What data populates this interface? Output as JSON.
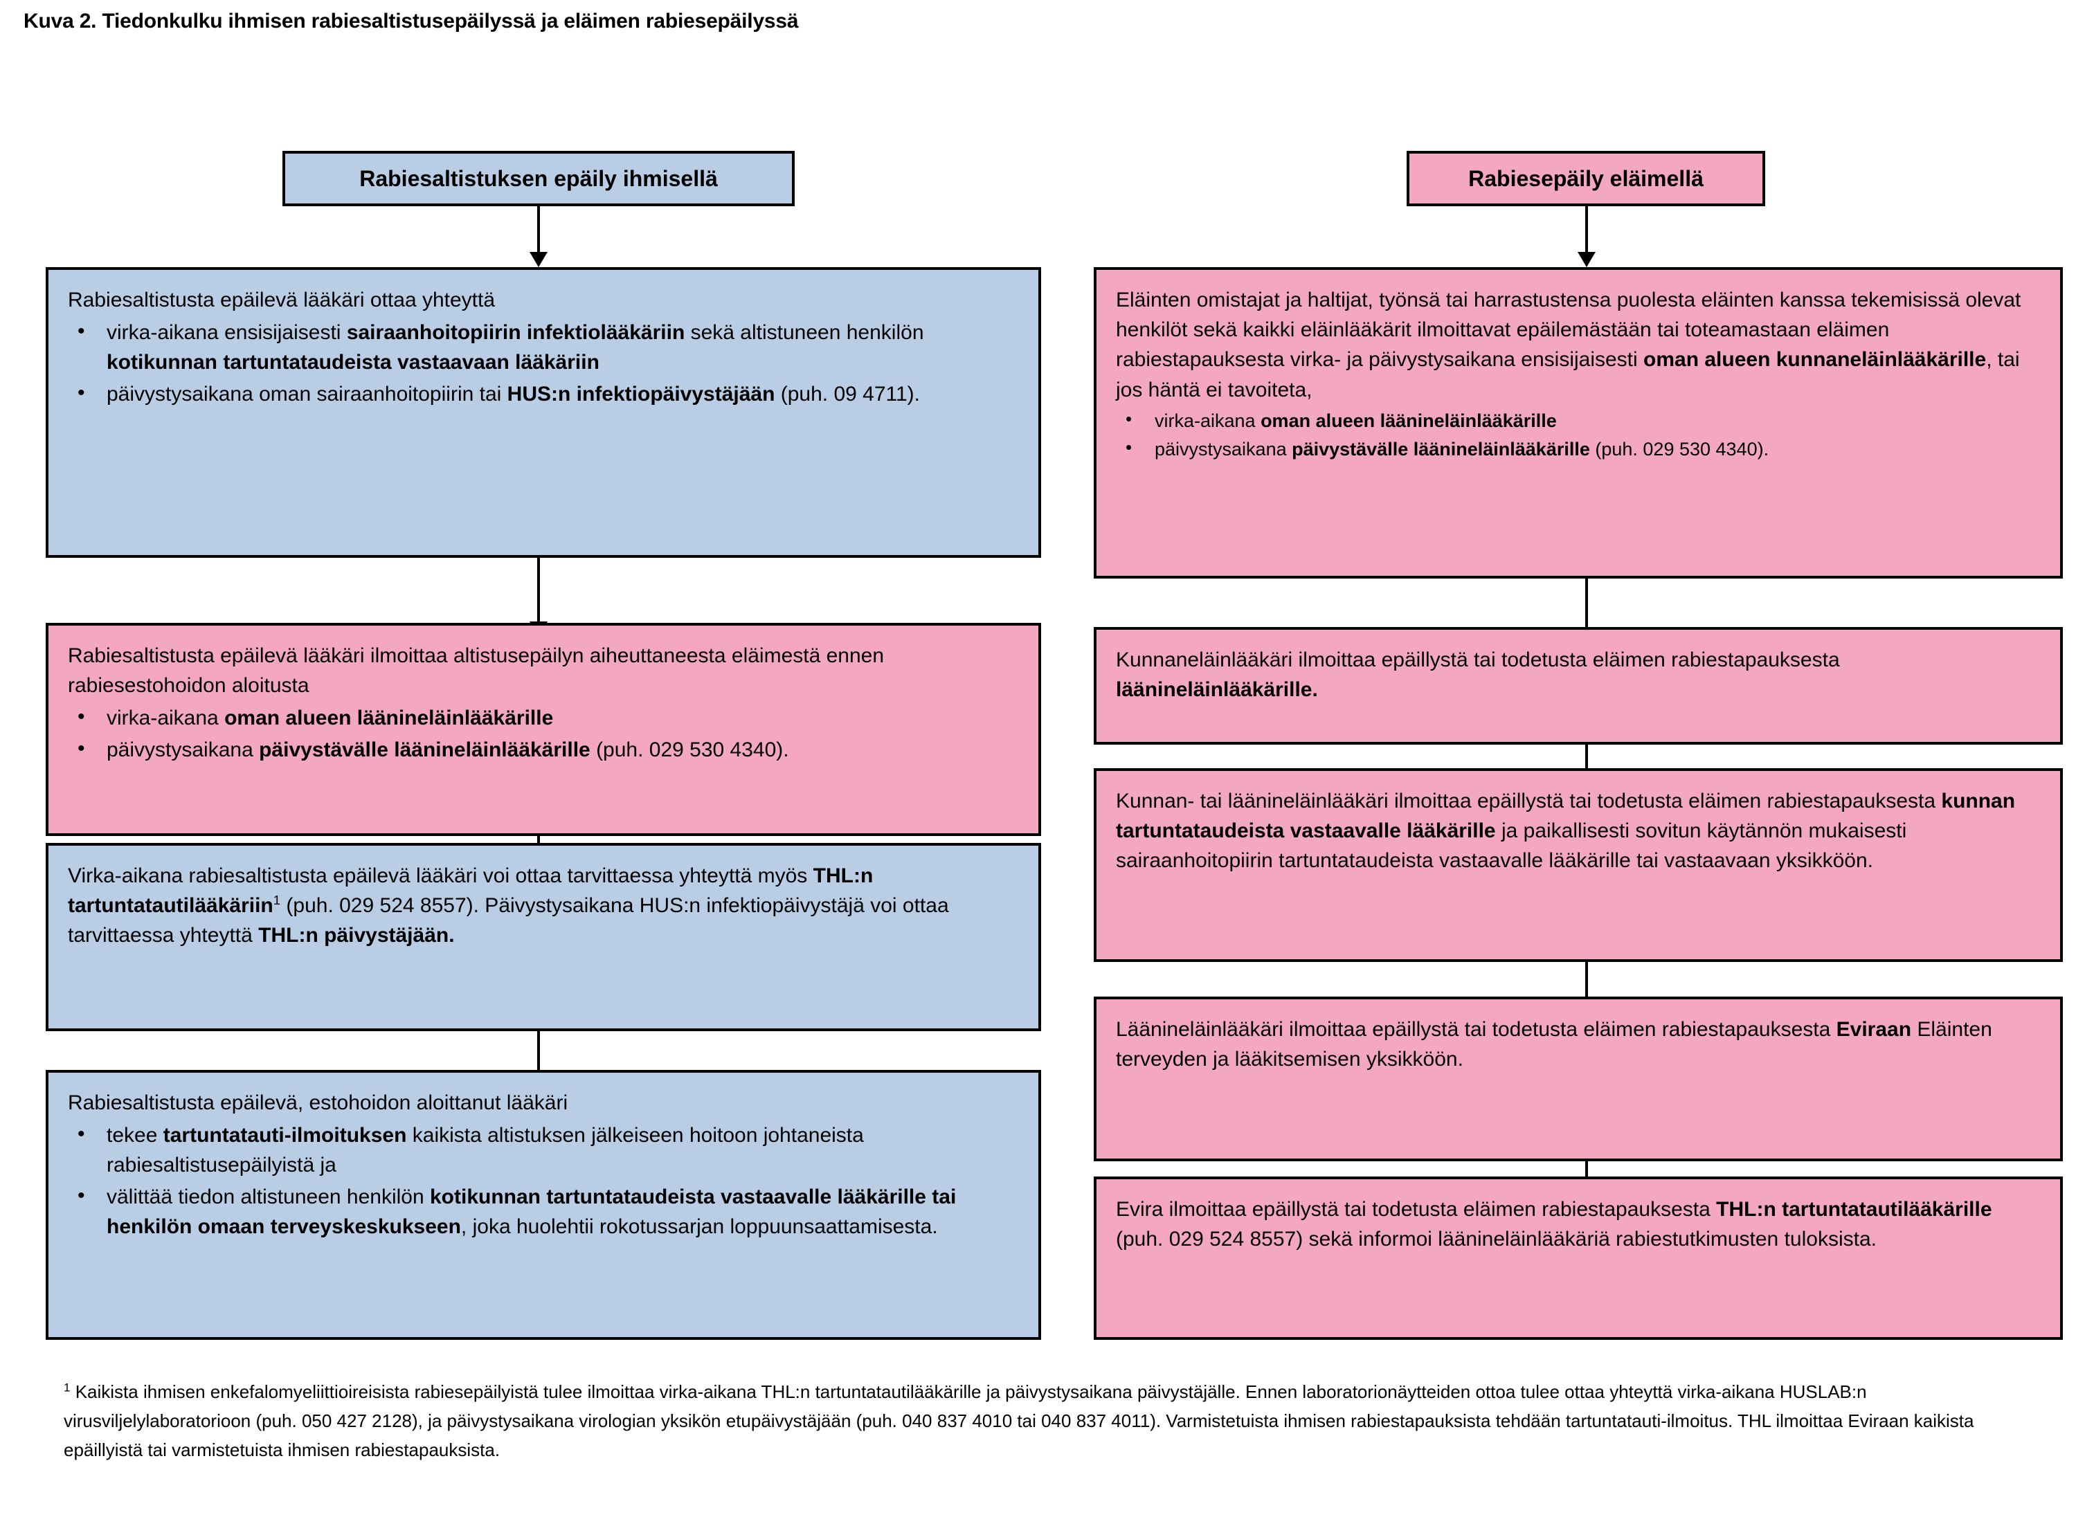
{
  "figure": {
    "caption": "Kuva 2. Tiedonkulku ihmisen rabiesaltistusepäilyssä ja eläimen rabiesepäilyssä"
  },
  "colors": {
    "blue_fill": "#b9cde4",
    "pink_fill": "#f4a7c0",
    "border": "#000000",
    "text": "#000000"
  },
  "columns": {
    "left": {
      "header": "Rabiesaltistuksen epäily ihmisellä",
      "header_color": "blue"
    },
    "right": {
      "header": "Rabiesepäily eläimellä",
      "header_color": "pink"
    }
  },
  "left_boxes": [
    {
      "id": "left-box-1",
      "color": "blue",
      "intro": "Rabiesaltistusta epäilevä lääkäri ottaa yhteyttä",
      "bullets": [
        "virka-aikana ensisijaisesti <b>sairaanhoitopiirin infektiolääkäriin</b> sekä altistuneen henkilön <b>kotikunnan tartuntataudeista vastaavaan lääkäriin</b>",
        "päivystysaikana oman sairaanhoitopiirin tai <b>HUS:n infektiopäivystäjään</b> (puh. 09 4711)."
      ]
    },
    {
      "id": "left-box-2",
      "color": "pink",
      "intro": "Rabiesaltistusta epäilevä lääkäri ilmoittaa altistusepäilyn aiheuttaneesta eläimestä ennen rabiesestohoidon aloitusta",
      "bullets": [
        "virka-aikana <b>oman alueen läänineläinlääkärille</b>",
        "päivystysaikana <b>päivystävälle läänineläinlääkärille</b> (puh. 029 530 4340)."
      ]
    },
    {
      "id": "left-box-3",
      "color": "blue",
      "paragraphs": [
        "Virka-aikana rabiesaltistusta epäilevä lääkäri voi ottaa tarvittaessa yhteyttä myös <b>THL:n tartuntatautilääkäriin</b><sup>1</sup> (puh. 029 524 8557). Päivystysaikana HUS:n infektiopäivystäjä voi ottaa tarvittaessa yhteyttä <b>THL:n päivystäjään.</b>"
      ]
    },
    {
      "id": "left-box-4",
      "color": "blue",
      "intro": "Rabiesaltistusta epäilevä, estohoidon aloittanut lääkäri",
      "bullets": [
        "tekee <b>tartuntatauti-ilmoituksen</b> kaikista altistuksen jälkeiseen hoitoon johtaneista rabiesaltistusepäilyistä ja",
        "välittää tiedon altistuneen henkilön <b>kotikunnan tartuntataudeista vastaavalle lääkärille tai henkilön omaan terveyskeskukseen</b>, joka huolehtii rokotussarjan loppuunsaattamisesta."
      ]
    }
  ],
  "right_boxes": [
    {
      "id": "right-box-1",
      "color": "pink",
      "intro": "Eläinten omistajat ja haltijat, työnsä tai harrastustensa puolesta eläinten kanssa tekemisissä olevat henkilöt sekä kaikki eläinlääkärit ilmoittavat epäilemästään tai toteamastaan eläimen rabiestapauksesta virka- ja päivystysaikana ensisijaisesti <b>oman alueen kunnaneläinlääkärille</b>, tai jos häntä ei tavoiteta,",
      "bullets": [
        "virka-aikana <b>oman alueen läänineläinlääkärille</b>",
        "päivystysaikana <b>päivystävälle läänineläinlääkärille</b> (puh. 029 530 4340)."
      ]
    },
    {
      "id": "right-box-2",
      "color": "pink",
      "paragraphs": [
        "Kunnaneläinlääkäri ilmoittaa epäillystä tai todetusta eläimen rabiestapauksesta <b>läänineläinlääkärille.</b>"
      ]
    },
    {
      "id": "right-box-3",
      "color": "pink",
      "paragraphs": [
        "Kunnan- tai läänineläinlääkäri ilmoittaa epäillystä tai todetusta eläimen rabiestapauksesta <b>kunnan tartuntataudeista vastaavalle lääkärille</b> ja paikallisesti sovitun käytännön mukaisesti sairaanhoitopiirin tartuntataudeista vastaavalle lääkärille tai vastaavaan yksikköön."
      ]
    },
    {
      "id": "right-box-4",
      "color": "pink",
      "paragraphs": [
        "Läänineläinlääkäri ilmoittaa epäillystä tai todetusta eläimen rabiestapauksesta <b>Eviraan</b> Eläinten terveyden ja lääkitsemisen yksikköön."
      ]
    },
    {
      "id": "right-box-5",
      "color": "pink",
      "paragraphs": [
        "Evira ilmoittaa epäillystä tai todetusta eläimen rabiestapauksesta <b>THL:n tartuntatautilääkärille</b> (puh. 029 524 8557) sekä informoi läänineläinlääkäriä rabiestutkimusten tuloksista."
      ]
    }
  ],
  "footnote": {
    "marker": "1",
    "text": "Kaikista ihmisen enkefalomyeliittioireisista rabiesepäilyistä tulee ilmoittaa virka-aikana THL:n tartuntatautilääkärille ja päivystysaikana päivystäjälle. Ennen laboratorionäytteiden ottoa tulee ottaa yhteyttä virka-aikana HUSLAB:n virusviljelylaboratorioon (puh. 050 427 2128), ja päivystysaikana virologian yksikön etupäivystäjään (puh. 040 837 4010 tai 040 837 4011). Varmistetuista ihmisen rabiestapauksista tehdään tartuntatauti-ilmoitus. THL ilmoittaa Eviraan kaikista epäillyistä tai varmistetuista ihmisen rabiestapauksista."
  }
}
